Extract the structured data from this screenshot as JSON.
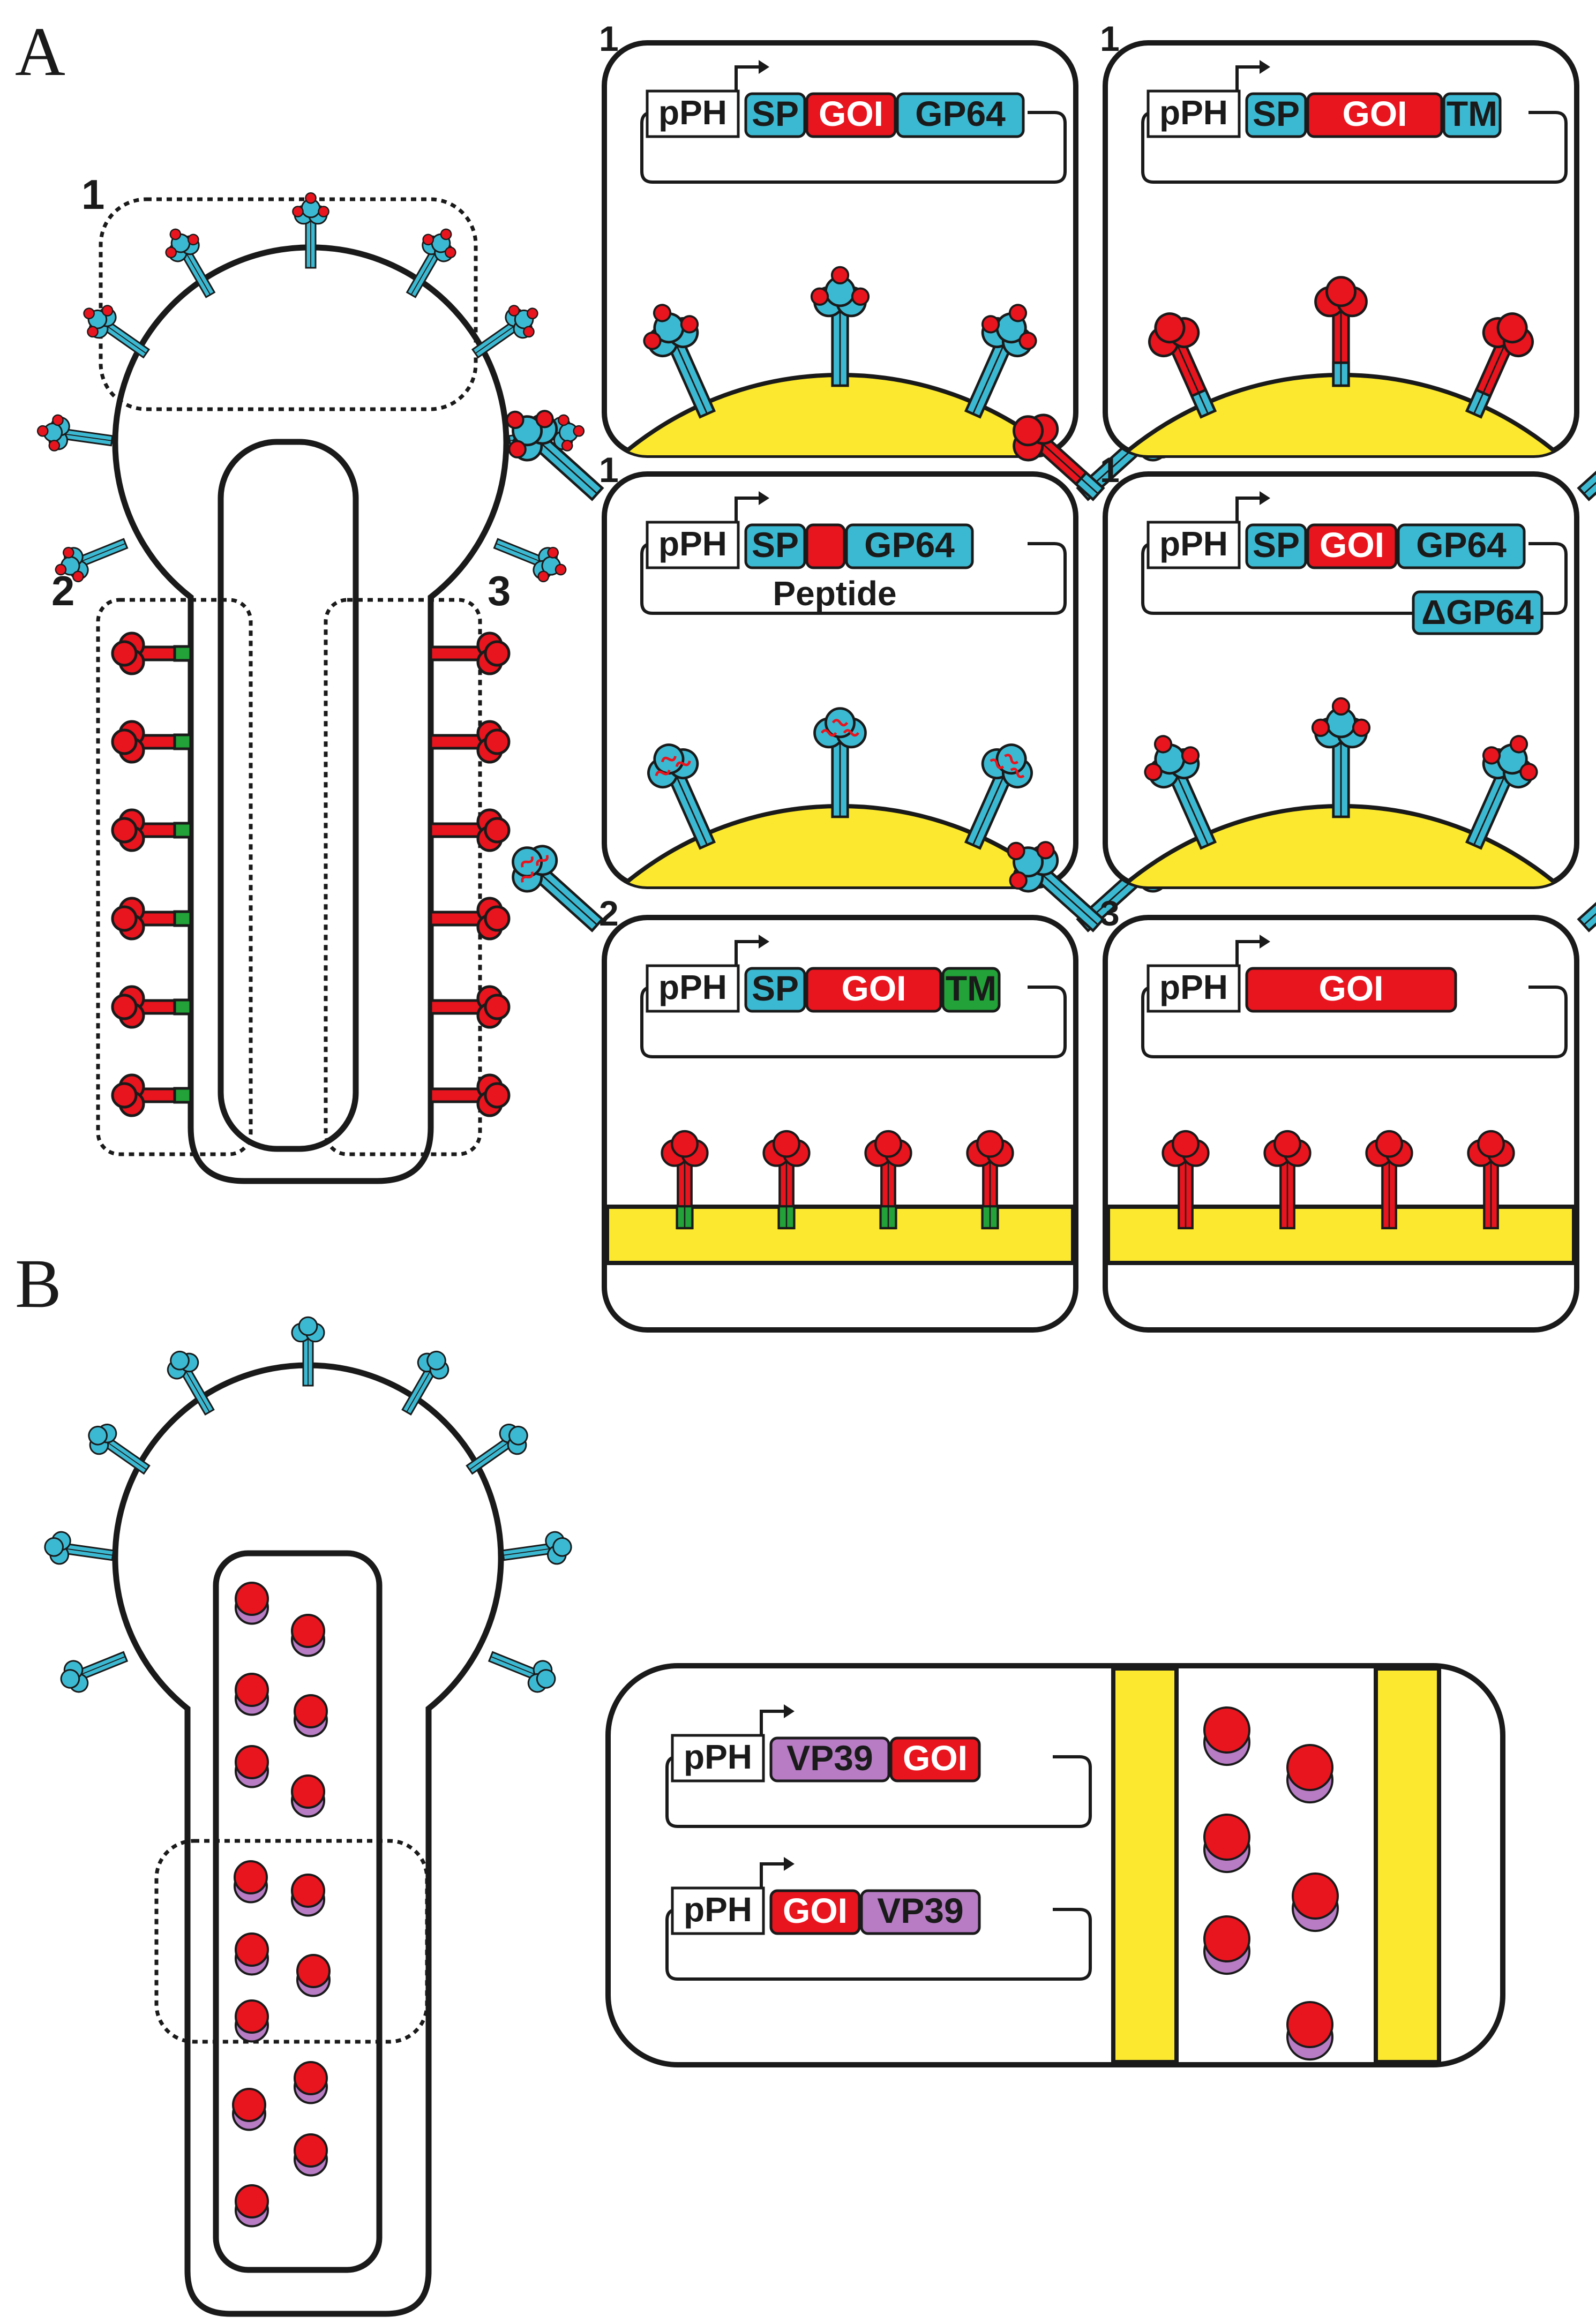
{
  "sections": {
    "a": {
      "label": "A"
    },
    "b": {
      "label": "B"
    }
  },
  "region_labels": {
    "r1": "1",
    "r2": "2",
    "r3": "3"
  },
  "panels": [
    {
      "number": "1",
      "promoter": "pPH",
      "segments": [
        {
          "text": "SP",
          "color": "cyan"
        },
        {
          "text": "GOI",
          "color": "red"
        },
        {
          "text": "GP64",
          "color": "cyan"
        }
      ],
      "display": "virion",
      "spike_variant": "gp64-fusion"
    },
    {
      "number": "1",
      "promoter": "pPH",
      "segments": [
        {
          "text": "SP",
          "color": "cyan"
        },
        {
          "text": "GOI",
          "color": "red"
        },
        {
          "text": "TM",
          "color": "cyan"
        }
      ],
      "display": "virion",
      "spike_variant": "tm-anchored"
    },
    {
      "number": "1",
      "promoter": "pPH",
      "segments": [
        {
          "text": "SP",
          "color": "cyan"
        },
        {
          "text": "",
          "color": "red"
        },
        {
          "text": "GP64",
          "color": "cyan"
        }
      ],
      "caption": "Peptide",
      "display": "virion",
      "spike_variant": "peptide"
    },
    {
      "number": "1",
      "promoter": "pPH",
      "segments": [
        {
          "text": "SP",
          "color": "cyan"
        },
        {
          "text": "GOI",
          "color": "red"
        },
        {
          "text": "GP64",
          "color": "cyan"
        }
      ],
      "extra_box": "ΔGP64",
      "display": "virion",
      "spike_variant": "gp64-fusion"
    },
    {
      "number": "2",
      "promoter": "pPH",
      "segments": [
        {
          "text": "SP",
          "color": "cyan"
        },
        {
          "text": "GOI",
          "color": "red"
        },
        {
          "text": "TM",
          "color": "green"
        }
      ],
      "display": "membrane",
      "spike_variant": "green-tm"
    },
    {
      "number": "3",
      "promoter": "pPH",
      "segments": [
        {
          "text": "GOI",
          "color": "red"
        }
      ],
      "display": "membrane",
      "spike_variant": "red-only"
    }
  ],
  "capsid_panel": {
    "constructs": [
      {
        "promoter": "pPH",
        "segments": [
          {
            "text": "VP39",
            "color": "purple"
          },
          {
            "text": "GOI",
            "color": "red"
          }
        ]
      },
      {
        "promoter": "pPH",
        "segments": [
          {
            "text": "GOI",
            "color": "red"
          },
          {
            "text": "VP39",
            "color": "purple"
          }
        ]
      }
    ]
  },
  "colors": {
    "cyan": "#3cb9d2",
    "red": "#e8141e",
    "green": "#22a238",
    "purple": "#b77cc4",
    "yellow": "#fbe82f",
    "outline": "#1a1a1a"
  },
  "icons": [
    "promoter-arrow-icon",
    "spike-icon",
    "capsid-icon"
  ]
}
